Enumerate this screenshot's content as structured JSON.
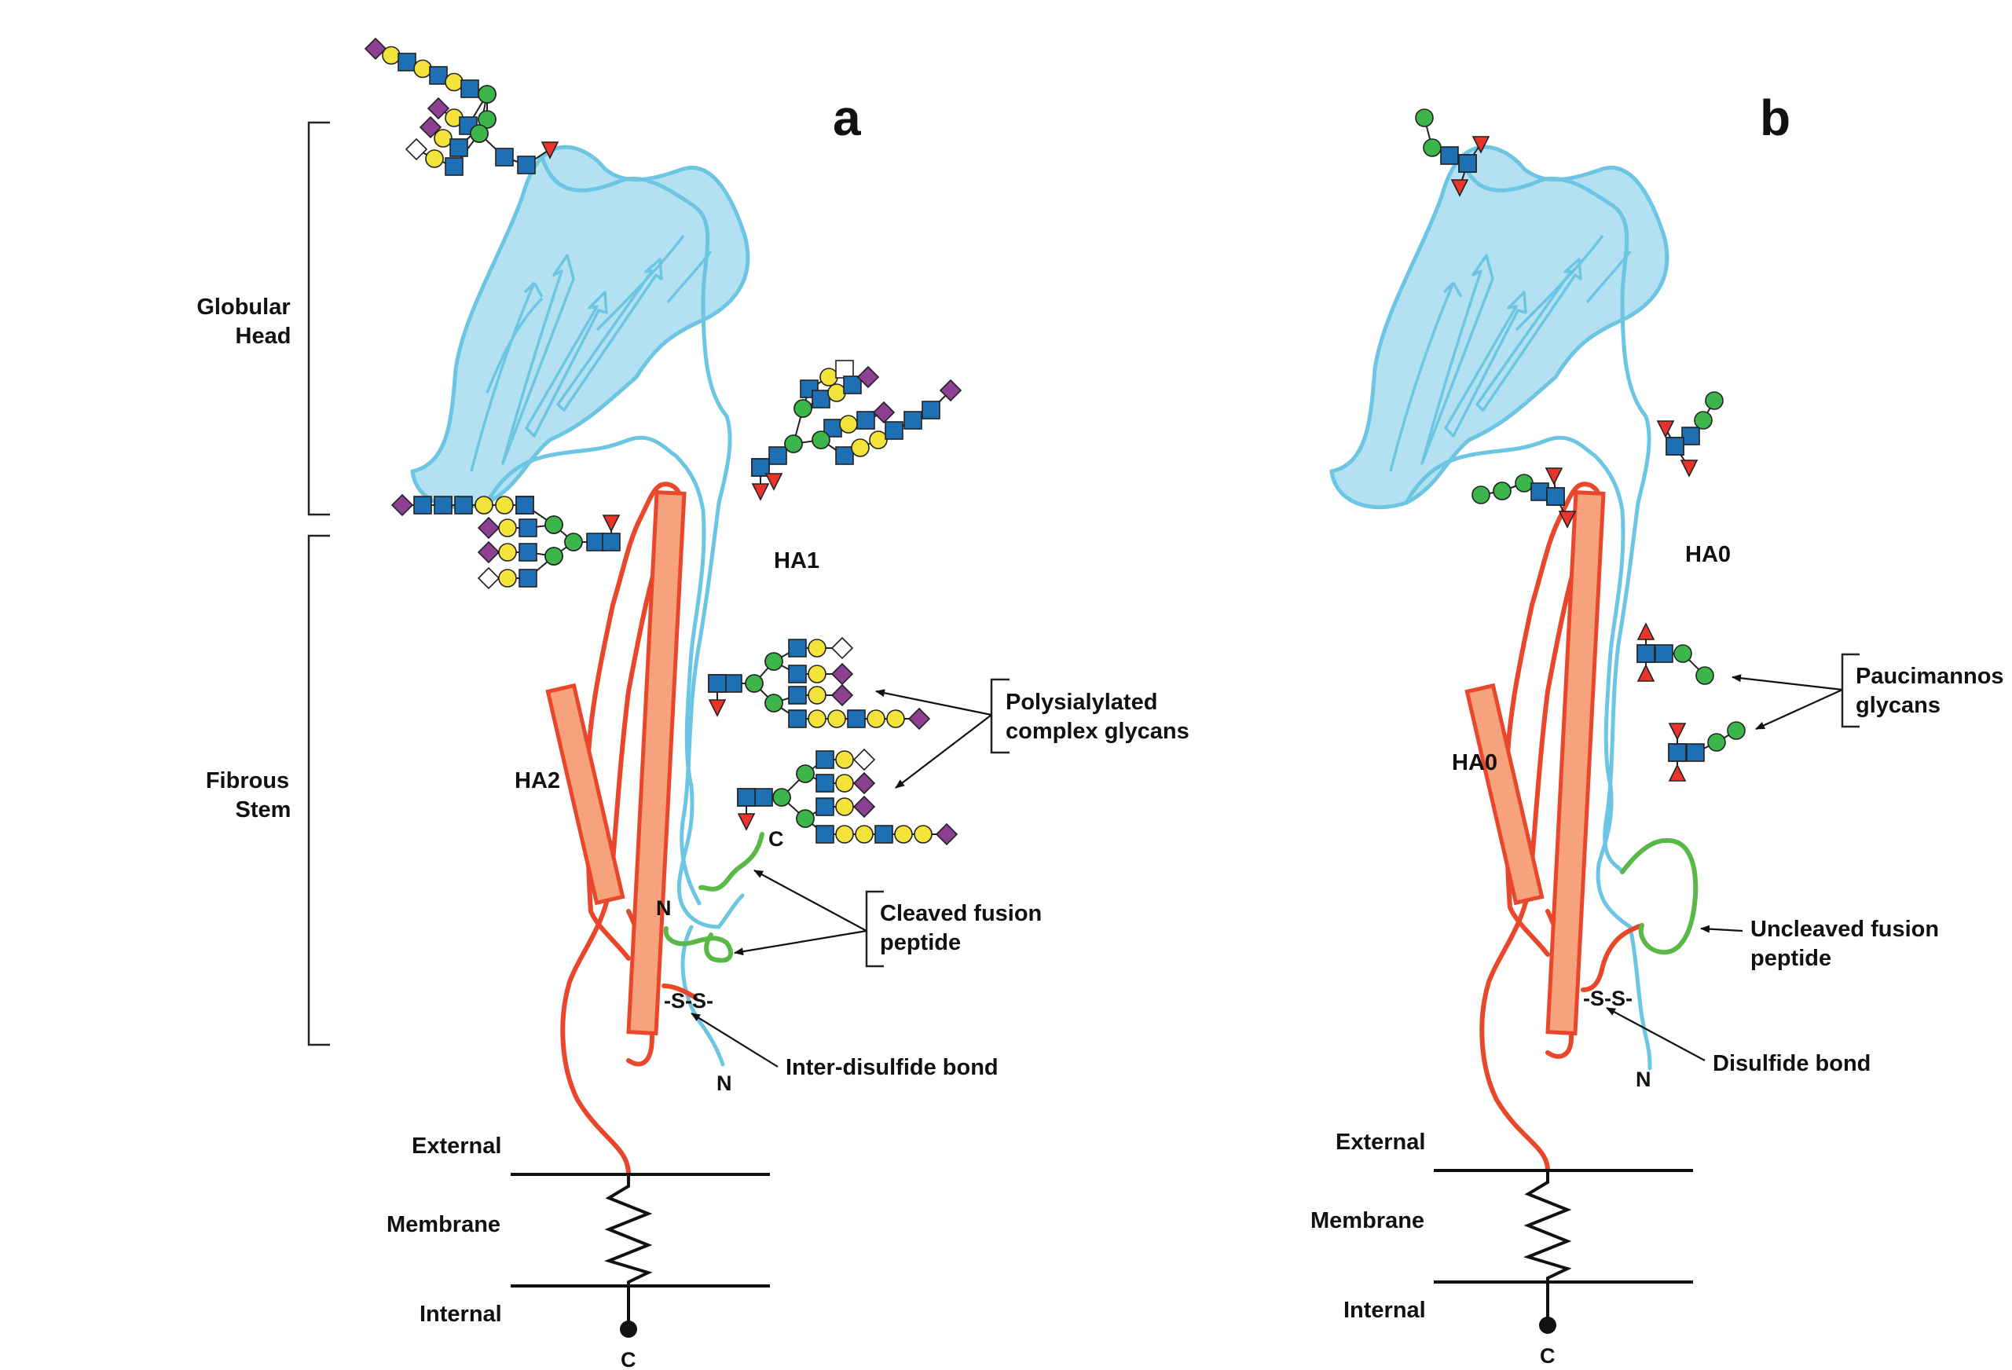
{
  "panels": {
    "a": {
      "panel_letter": "a",
      "region_labels": {
        "globular_head": [
          "Globular",
          "Head"
        ],
        "fibrous_stem": [
          "Fibrous",
          "Stem"
        ]
      },
      "chain_labels": {
        "ha1": "HA1",
        "ha2": "HA2"
      },
      "termini": {
        "n_top": "N",
        "c_top": "C",
        "n_bottom": "N",
        "c_bottom": "C"
      },
      "disulfide": "-S-S-",
      "annotations": {
        "glycans": [
          "Polysialylated",
          "complex glycans"
        ],
        "fusion_peptide": [
          "Cleaved fusion",
          "peptide"
        ],
        "bond": "Inter-disulfide bond"
      },
      "membrane_labels": {
        "external": "External",
        "membrane": "Membrane",
        "internal": "Internal"
      }
    },
    "b": {
      "panel_letter": "b",
      "chain_labels": {
        "ha0_upper": "HA0",
        "ha0_lower": "HA0"
      },
      "termini": {
        "n_bottom": "N",
        "c_bottom": "C"
      },
      "disulfide": "-S-S-",
      "annotations": {
        "glycans": [
          "Paucimannos",
          "glycans"
        ],
        "fusion_peptide": [
          "Uncleaved fusion",
          "peptide"
        ],
        "bond": "Disulfide bond"
      },
      "membrane_labels": {
        "external": "External",
        "membrane": "Membrane",
        "internal": "Internal"
      }
    }
  },
  "colors": {
    "ha1_chain": "#6cc5e2",
    "head_fill": "#b3e1f1",
    "ha2_chain": "#e8472b",
    "helix_fill": "#f6a27c",
    "fusion_peptide": "#5ab847",
    "glcnac_square": "#1f6fb5",
    "galactose_circle": "#f4e33a",
    "mannose_circle": "#3cb54a",
    "sialic_acid_diamond": "#8d3f91",
    "fucose_triangle": "#e8342a"
  },
  "glycan_symbols": [
    "blue-square",
    "yellow-circle",
    "green-circle",
    "purple-diamond",
    "white-diamond",
    "red-triangle",
    "white-square"
  ]
}
